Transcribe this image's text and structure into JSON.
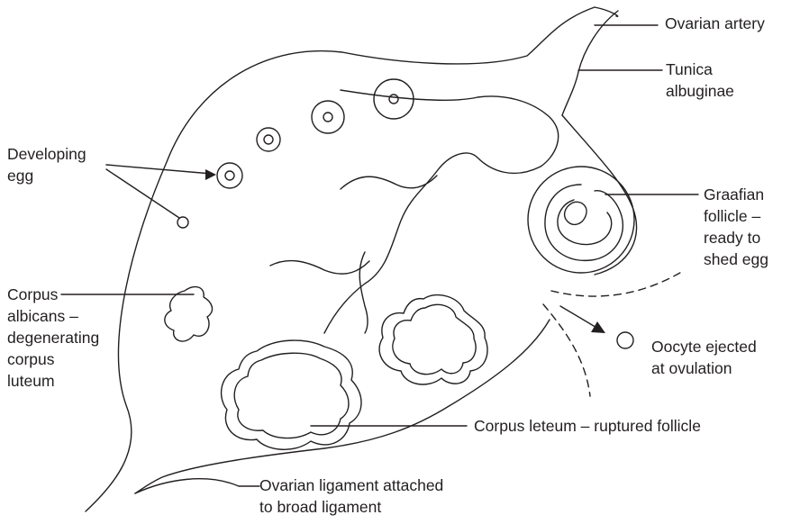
{
  "labels": {
    "ovarian_artery": "Ovarian artery",
    "tunica_albuginae": [
      "Tunica",
      "albuginae"
    ],
    "developing_egg": [
      "Developing",
      "egg"
    ],
    "graafian_follicle": [
      "Graafian",
      "follicle –",
      "ready to",
      "shed egg"
    ],
    "corpus_albicans": [
      "Corpus",
      "albicans –",
      "degenerating",
      "corpus",
      "luteum"
    ],
    "oocyte": [
      "Oocyte ejected",
      "at ovulation"
    ],
    "corpus_luteum": "Corpus leteum – ruptured follicle",
    "ovarian_ligament": [
      "Ovarian ligament attached",
      "to broad ligament"
    ]
  }
}
